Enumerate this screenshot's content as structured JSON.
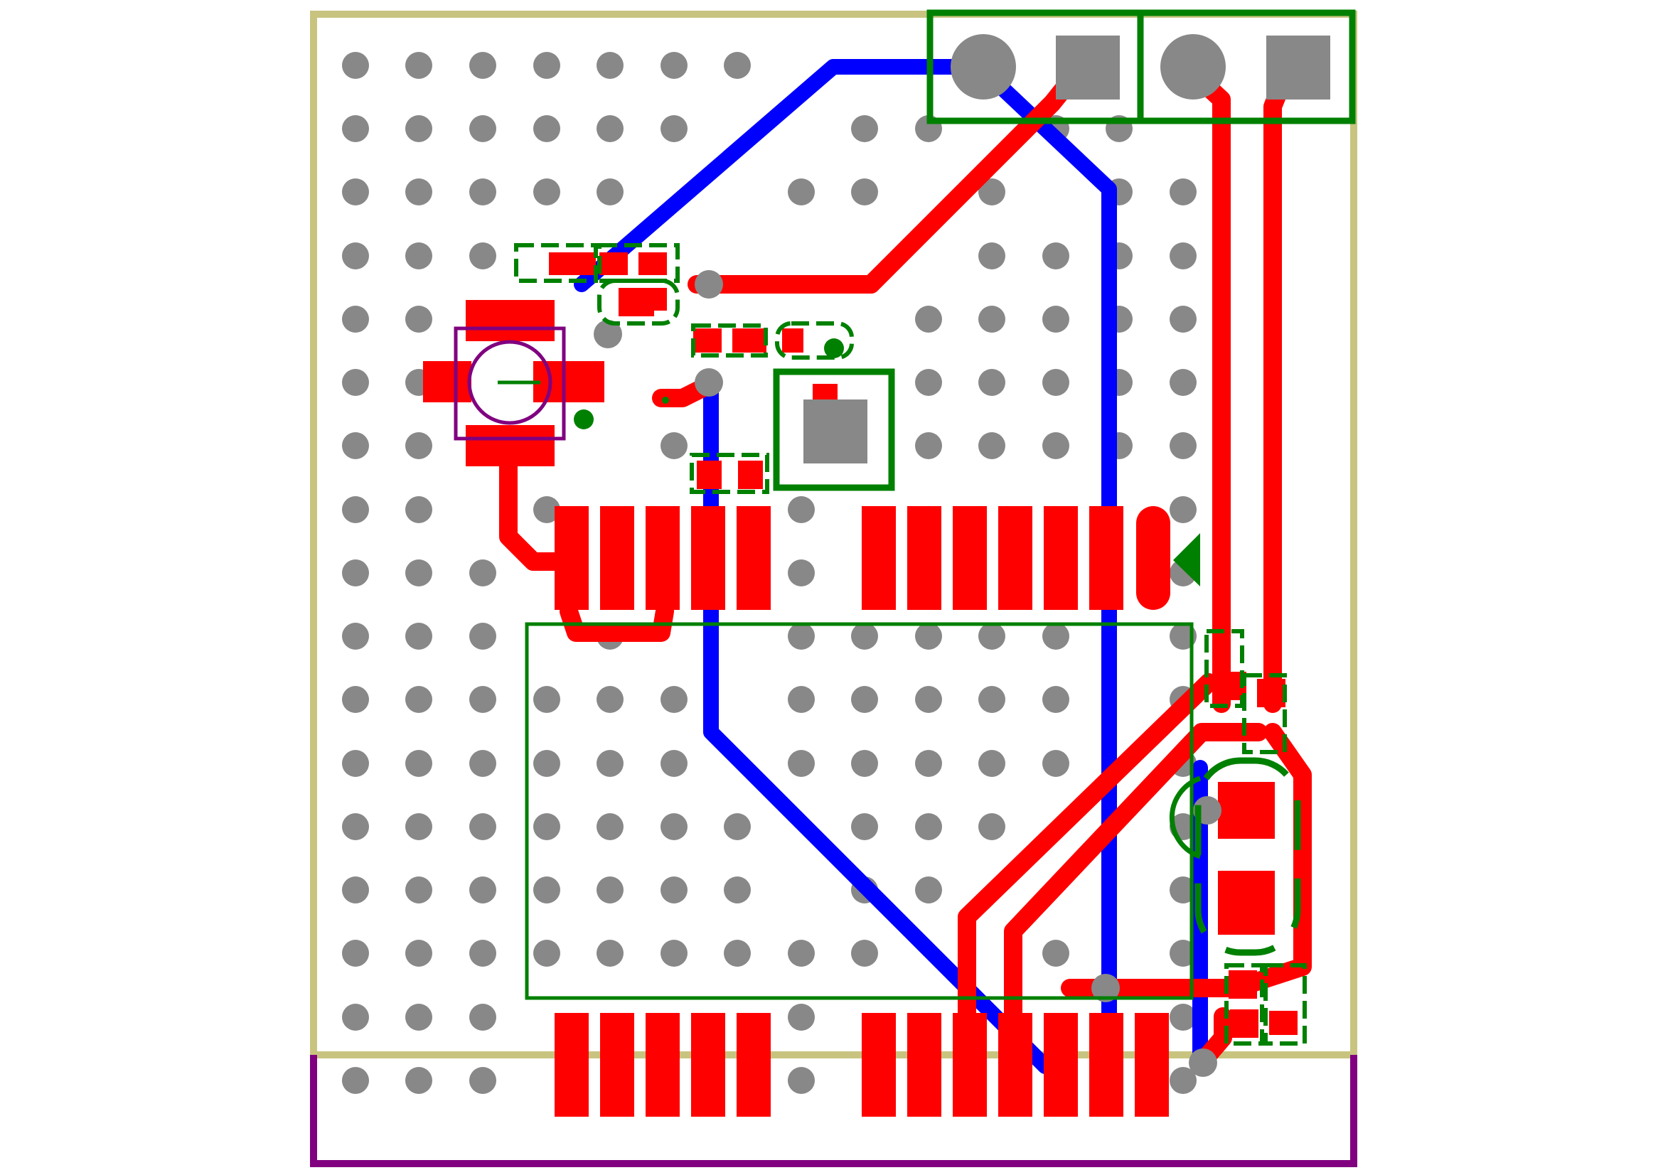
{
  "colors": {
    "background": "#ffffff",
    "board_outline": "#c8c480",
    "board_outline_lower": "#800080",
    "drill_hole": "#888888",
    "top_copper": "#ff0000",
    "bottom_copper": "#0000ff",
    "silkscreen": "#008000",
    "courtyard": "#800080"
  },
  "layers": [
    "top-copper",
    "bottom-copper",
    "silkscreen",
    "drill-holes",
    "board-outline"
  ]
}
